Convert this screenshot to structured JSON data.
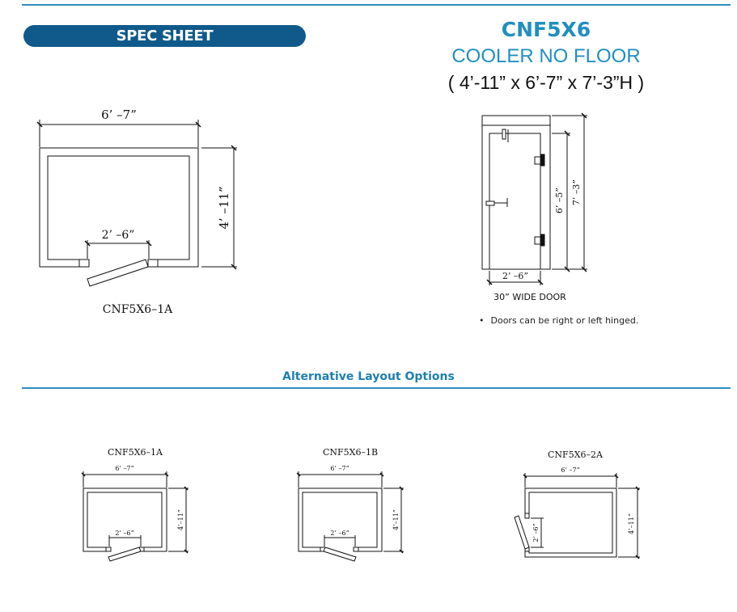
{
  "header": {
    "badge": "SPEC SHEET",
    "model": "CNF5X6",
    "subtitle": "COOLER NO FLOOR",
    "dimensions": "( 4’-11” x 6’-7” x 7’-3”H )"
  },
  "main_plan": {
    "width_label": "6’ –7”",
    "depth_label": "4’ –11”",
    "door_label": "2’ –6”",
    "caption": "CNF5X6–1A"
  },
  "elevation": {
    "height_label": "7’ –3”",
    "door_height_label": "6’ –5”",
    "door_width_label": "2’ –6”",
    "caption": "30” WIDE DOOR",
    "note": "Doors can be right or left hinged."
  },
  "alternatives": {
    "heading": "Alternative Layout Options",
    "layouts": [
      {
        "caption": "CNF5X6–1A",
        "width_label": "6’ –7”",
        "depth_label": "4’–11”",
        "door_label": "2’ –6”"
      },
      {
        "caption": "CNF5X6–1B",
        "width_label": "6’ –7”",
        "depth_label": "4’–11”",
        "door_label": "2’ –6”"
      },
      {
        "caption": "CNF5X6–2A",
        "width_label": "6’ –7”",
        "depth_label": "4’–11”",
        "door_label": "2’ –6”"
      }
    ]
  }
}
